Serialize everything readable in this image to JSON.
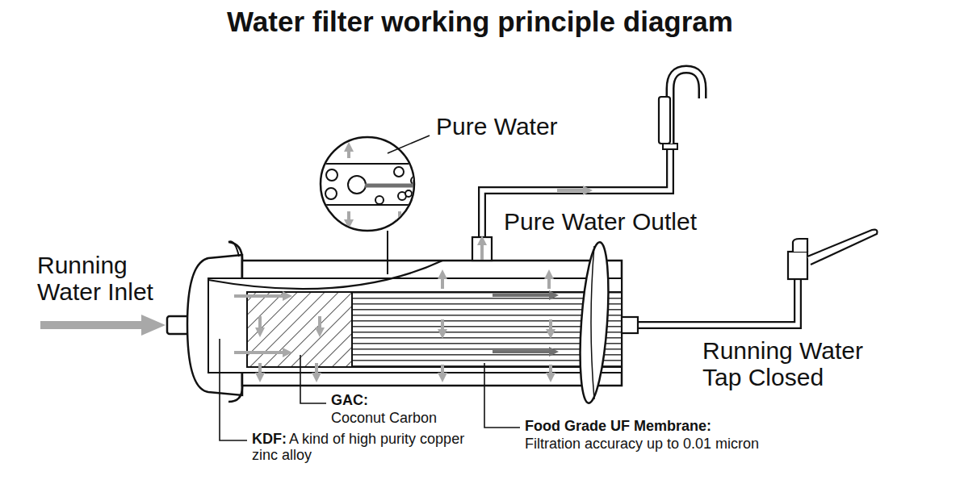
{
  "diagram": {
    "title": "Water filter working principle diagram",
    "labels": [
      "Pure Water",
      "Pure Water Outlet",
      "Running Water Inlet",
      "Running Water Tap Closed",
      "GAC:",
      "Coconut Carbon",
      "Food Grade UF Membrane:",
      "Filtration accuracy up to 0.01 micron",
      "KDF:",
      "A kind of high purity copper zinc alloy"
    ]
  }
}
